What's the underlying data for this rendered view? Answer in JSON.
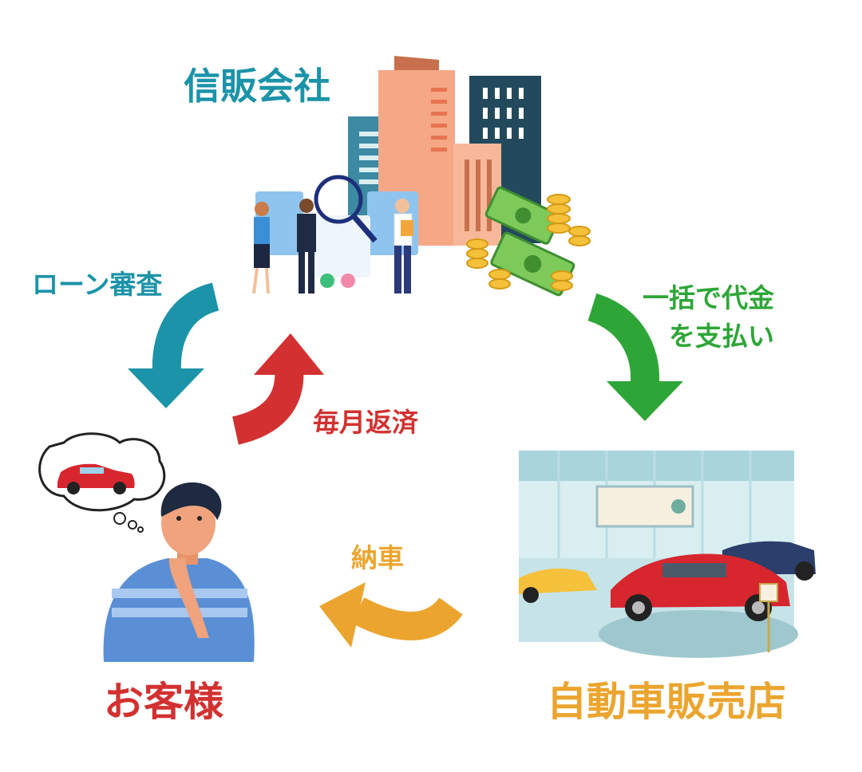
{
  "nodes": {
    "credit_company": "信販会社",
    "customer": "お客様",
    "dealer": "自動車販売店"
  },
  "flows": {
    "loan_review": "ローン審査",
    "monthly_repayment": "毎月返済",
    "lump_sum_payment_line1": "一括で代金",
    "lump_sum_payment_line2": "を支払い",
    "delivery": "納車"
  },
  "colors": {
    "teal": "#1b93a8",
    "red": "#d33131",
    "green": "#2ea637",
    "orange": "#eba52f"
  }
}
